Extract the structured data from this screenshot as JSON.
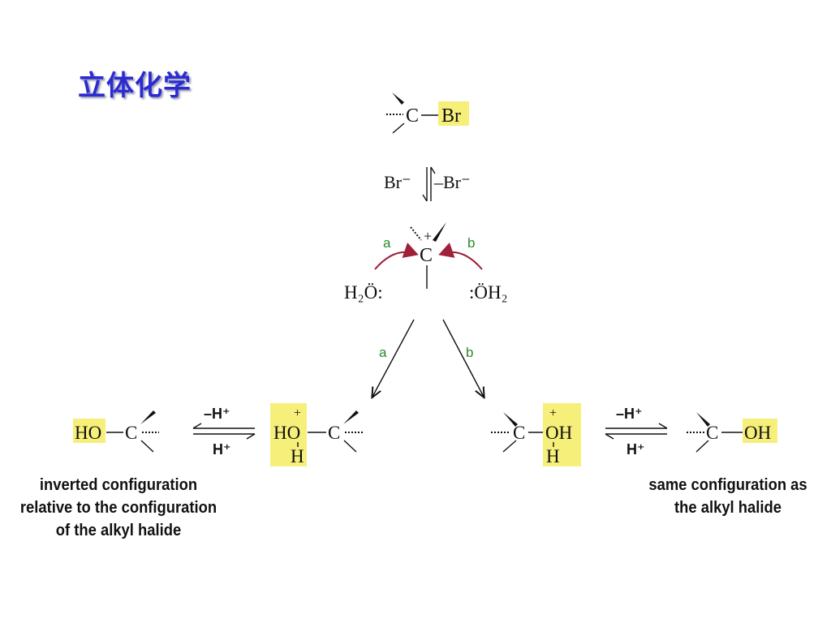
{
  "slide": {
    "title": "立体化学"
  },
  "colors": {
    "highlight": "#f6ef7a",
    "arrow_red": "#a0203a",
    "label_green": "#2a8a2a",
    "title_blue": "#2b2bd0"
  },
  "scheme": {
    "start": {
      "c": "C",
      "br": "Br"
    },
    "ionization": {
      "left": "Br⁻",
      "right": "–Br⁻"
    },
    "cation": {
      "plus": "+",
      "c": "C",
      "left_label": "a",
      "right_label": "b",
      "left_nu": "H₂Ö:",
      "right_nu": ":ÖH₂"
    },
    "paths": {
      "a": "a",
      "b": "b"
    },
    "left": {
      "product_oh": "HO",
      "product_c": "C",
      "eq_top": "–H⁺",
      "eq_bottom": "H⁺",
      "oxonium_plus": "+",
      "oxonium_o": "HO",
      "oxonium_h": "H",
      "oxonium_c": "C",
      "caption": [
        "inverted configuration",
        "relative to the configuration",
        "of the alkyl halide"
      ]
    },
    "right": {
      "oxonium_c": "C",
      "oxonium_plus": "+",
      "oxonium_o": "OH",
      "oxonium_h": "H",
      "eq_top": "–H⁺",
      "eq_bottom": "H⁺",
      "product_c": "C",
      "product_oh": "OH",
      "caption": [
        "same configuration as",
        "the alkyl halide"
      ]
    }
  }
}
